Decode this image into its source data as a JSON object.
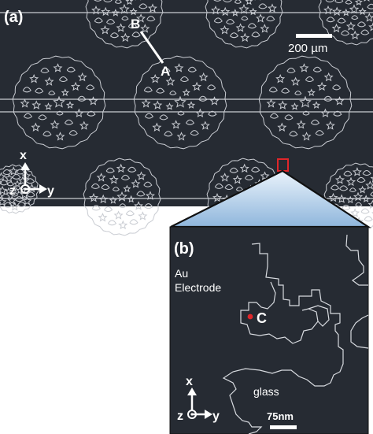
{
  "panel_a": {
    "label": "(a)",
    "point_a_label": "A",
    "point_b_label": "B",
    "scale_bar_label": "200 µm",
    "axes": {
      "x": "x",
      "y": "y",
      "z": "z"
    }
  },
  "panel_b": {
    "label": "(b)",
    "electrode_label_line1": "Au",
    "electrode_label_line2": "Electrode",
    "substrate_label": "glass",
    "point_c_label": "C",
    "scale_bar_label": "75nm",
    "axes": {
      "x": "x",
      "y": "y",
      "z": "z"
    }
  },
  "colors": {
    "background": "#262b33",
    "line": "#d8dbe0",
    "text": "#ffffff",
    "highlight_box": "#e0262a",
    "point_c": "#e0262a",
    "zoom_gradient_top": "#eaf3fb",
    "zoom_gradient_bottom": "#8fb6dc"
  }
}
